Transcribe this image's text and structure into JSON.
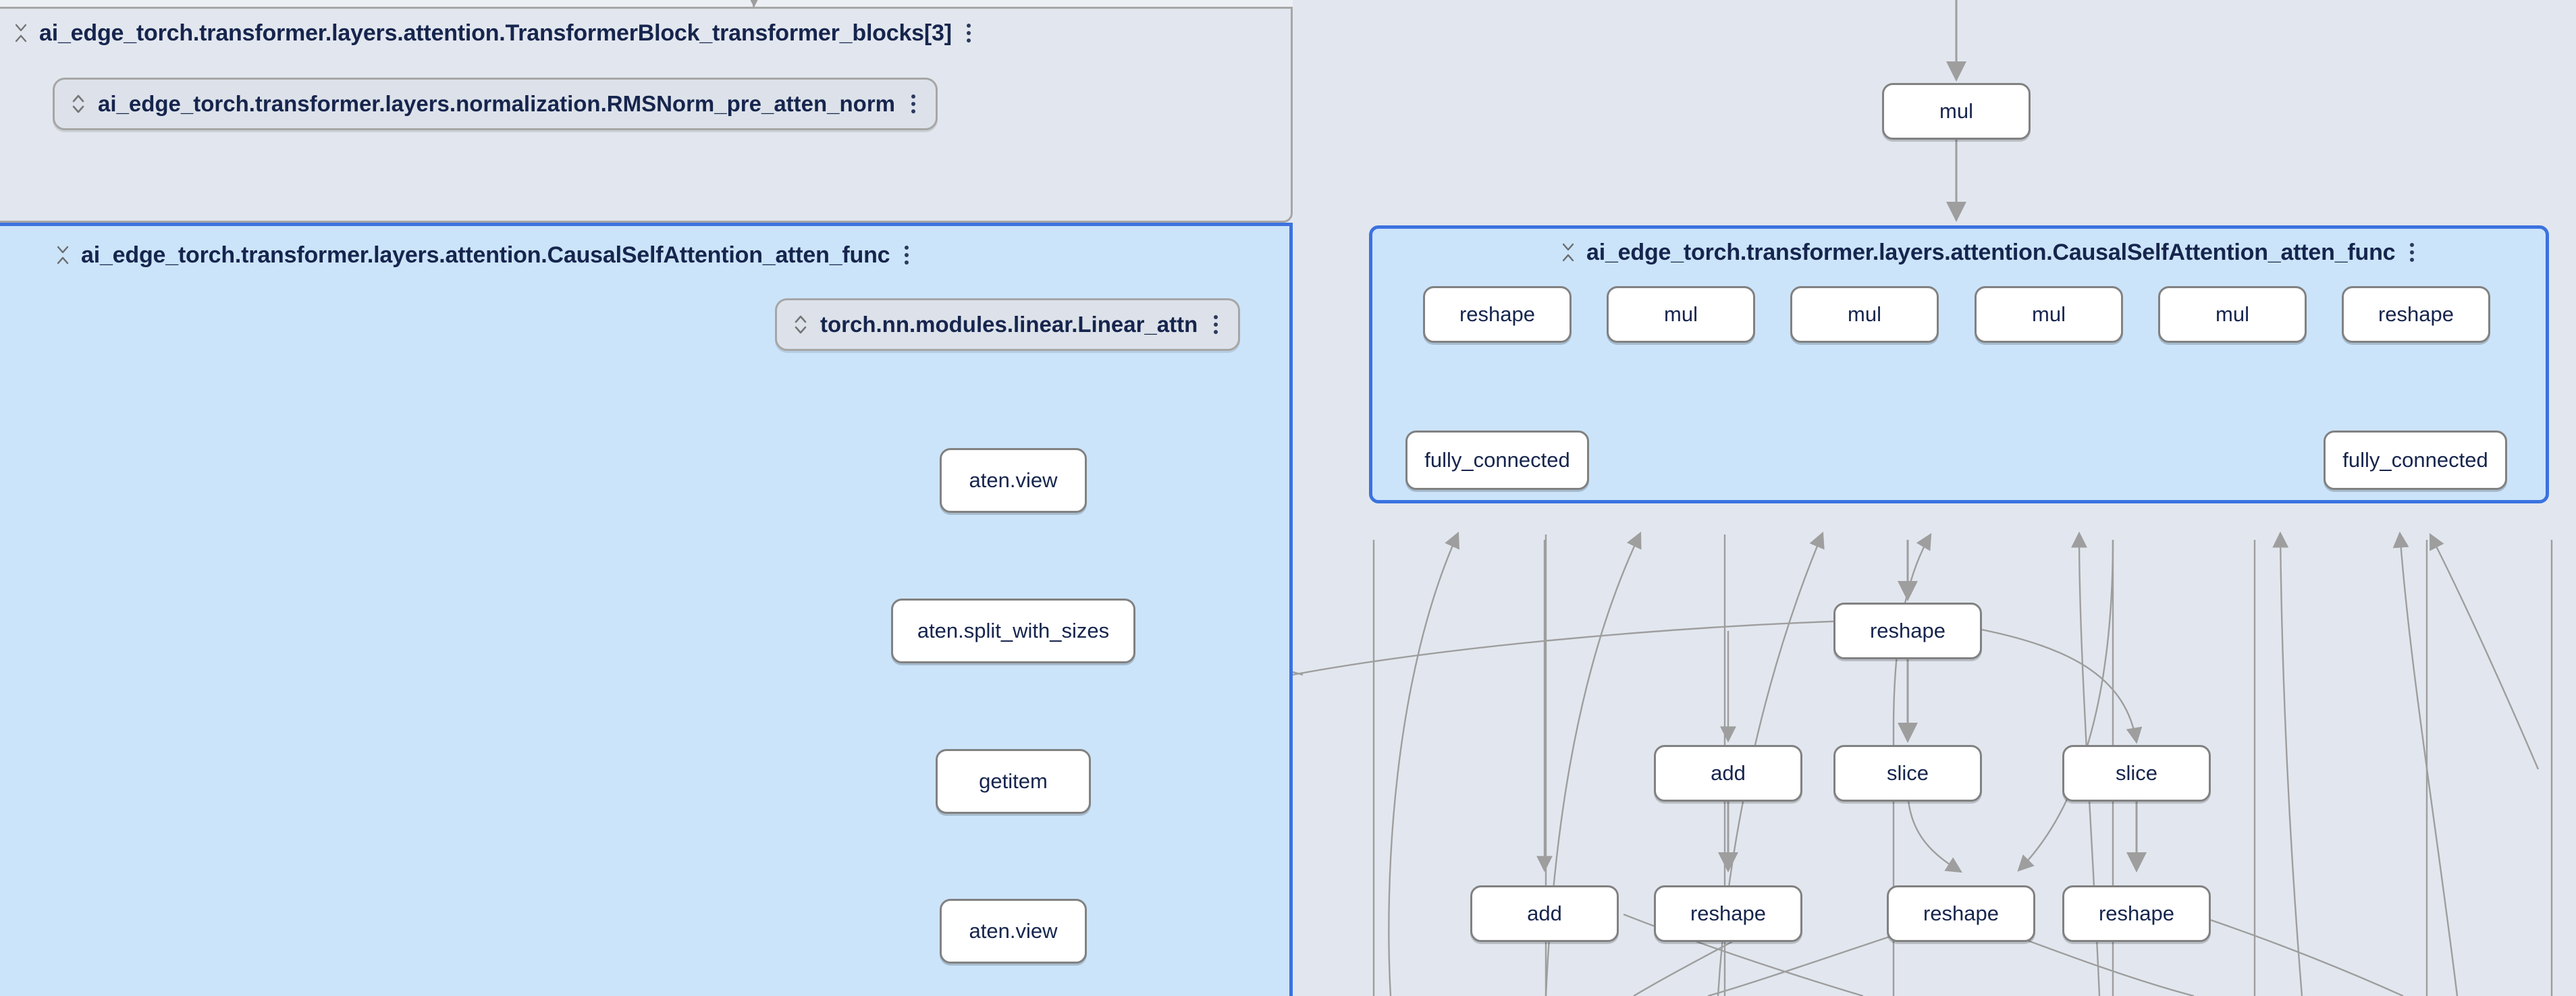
{
  "app": {
    "title": "Model Explorer graph view",
    "background_color": "#e2e7ef",
    "selected_color": "#cbe4fa",
    "selected_border_color": "#3b72e0",
    "node_fill": "#ffffff",
    "node_border": "#818181",
    "text_color": "#16254d",
    "edge_color": "#9e9e9e"
  },
  "groups": [
    {
      "id": "transformer-block",
      "label": "ai_edge_torch.transformer.layers.attention.TransformerBlock_transformer_blocks[3]",
      "state": "expanded",
      "selected": false,
      "collapse_icon": "collapse-icon",
      "menu_icon": "more-vert-icon"
    },
    {
      "id": "causal-self-attention-left",
      "label": "ai_edge_torch.transformer.layers.attention.CausalSelfAttention_atten_func",
      "state": "expanded",
      "selected": true,
      "collapse_icon": "collapse-icon",
      "menu_icon": "more-vert-icon"
    },
    {
      "id": "causal-self-attention-right",
      "label": "ai_edge_torch.transformer.layers.attention.CausalSelfAttention_atten_func",
      "state": "expanded",
      "selected": true,
      "collapse_icon": "collapse-icon",
      "menu_icon": "more-vert-icon"
    }
  ],
  "collapsed_modules": [
    {
      "id": "rmsnorm-pre-atten",
      "label": "ai_edge_torch.transformer.layers.normalization.RMSNorm_pre_atten_norm",
      "expand_icon": "expand-icon",
      "menu_icon": "more-vert-icon"
    },
    {
      "id": "linear-attn",
      "label": "torch.nn.modules.linear.Linear_attn",
      "expand_icon": "expand-icon",
      "menu_icon": "more-vert-icon"
    }
  ],
  "nodes": [
    {
      "id": "n-mul-top",
      "label": "mul"
    },
    {
      "id": "n-aten-view-1",
      "label": "aten.view"
    },
    {
      "id": "n-split",
      "label": "aten.split_with_sizes"
    },
    {
      "id": "n-getitem",
      "label": "getitem"
    },
    {
      "id": "n-aten-view-2",
      "label": "aten.view"
    },
    {
      "id": "n-reshape-r1",
      "label": "reshape"
    },
    {
      "id": "n-mul-r1",
      "label": "mul"
    },
    {
      "id": "n-mul-r2",
      "label": "mul"
    },
    {
      "id": "n-mul-r3",
      "label": "mul"
    },
    {
      "id": "n-mul-r4",
      "label": "mul"
    },
    {
      "id": "n-reshape-r2",
      "label": "reshape"
    },
    {
      "id": "n-fc-left",
      "label": "fully_connected"
    },
    {
      "id": "n-fc-right",
      "label": "fully_connected"
    },
    {
      "id": "n-reshape-mid",
      "label": "reshape"
    },
    {
      "id": "n-add-1",
      "label": "add"
    },
    {
      "id": "n-slice-1",
      "label": "slice"
    },
    {
      "id": "n-slice-2",
      "label": "slice"
    },
    {
      "id": "n-add-2",
      "label": "add"
    },
    {
      "id": "n-reshape-b1",
      "label": "reshape"
    },
    {
      "id": "n-reshape-b2",
      "label": "reshape"
    },
    {
      "id": "n-reshape-b3",
      "label": "reshape"
    }
  ]
}
